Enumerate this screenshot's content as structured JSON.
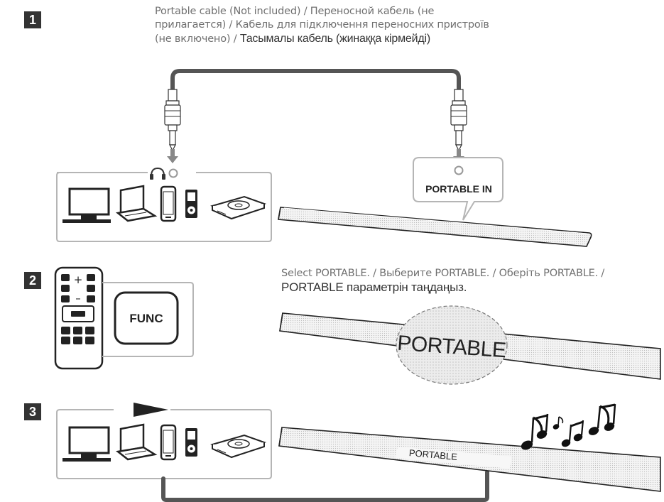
{
  "steps": [
    {
      "number": "1"
    },
    {
      "number": "2"
    },
    {
      "number": "3"
    }
  ],
  "step1": {
    "caption_light": "Portable cable (Not included) / Переносной кабель (не прилагается) / Кабель для підключення переносних пристроїв (не включено) /",
    "caption_light_lines": [
      "Portable cable (Not included) / Переносной кабель (не",
      "прилагается) / Кабель для підключення переносних пристроїв",
      "(не включено) / "
    ],
    "caption_dark": "Тасымалы кабель (жинаққа кірмейді)",
    "port_label": "PORTABLE IN"
  },
  "step2": {
    "caption_light": "Select PORTABLE. / Выберите PORTABLE. / Оберіть PORTABLE. /",
    "caption_dark": "PORTABLE параметрін таңдаңыз.",
    "remote_plus": "+",
    "remote_minus": "–",
    "func_button": "FUNC",
    "display_text": "PORTABLE"
  },
  "step3": {
    "display_text": "PORTABLE"
  },
  "icons": {
    "headphone": "headphone-icon",
    "tv": "tv-icon",
    "laptop": "laptop-icon",
    "phone": "phone-icon",
    "mp3": "mp3-player-icon",
    "dvd": "disc-player-icon",
    "music": "music-notes-icon",
    "play": "play-arrow-icon"
  },
  "colors": {
    "step_badge": "#333333",
    "outline": "#333333",
    "panel_border": "#b5b5b5",
    "arrow": "#777777"
  }
}
